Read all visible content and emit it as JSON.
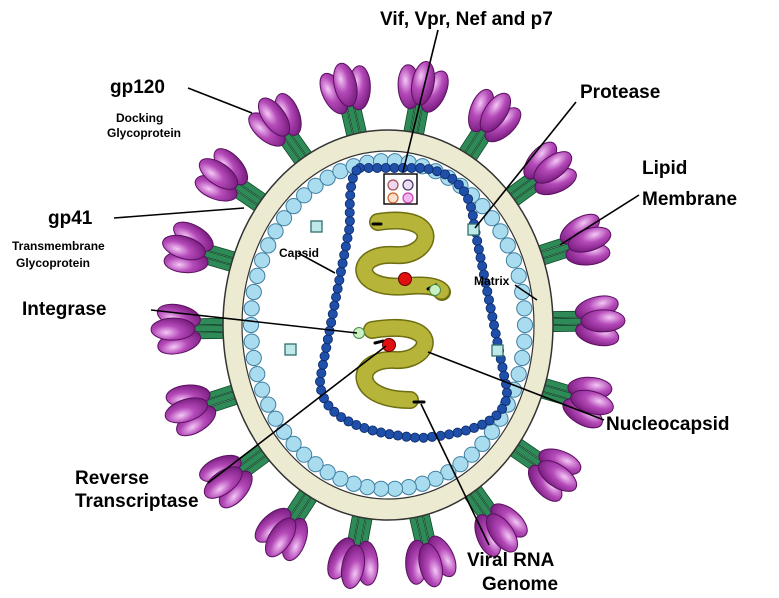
{
  "labels": {
    "vif": "Vif, Vpr, Nef and p7",
    "gp120": "gp120",
    "gp120_sub1": "Docking",
    "gp120_sub2": "Glycoprotein",
    "protease": "Protease",
    "lipid1": "Lipid",
    "lipid2": "Membrane",
    "gp41": "gp41",
    "gp41_sub1": "Transmembrane",
    "gp41_sub2": "Glycoprotein",
    "capsid": "Capsid",
    "matrix": "Matrix",
    "integrase": "Integrase",
    "nucleocapsid": "Nucleocapsid",
    "rt1": "Reverse",
    "rt2": "Transcriptase",
    "rna1": "Viral RNA",
    "rna2": "Genome"
  },
  "colors": {
    "spike_purple": "#9b2ea0",
    "spike_light": "#e6a6ea",
    "stalk_green": "#2e8b57",
    "membrane_fill": "#ecebd2",
    "matrix_bead": "#a9dcef",
    "capsid_bead": "#1f4fa8",
    "rna_olive": "#a8a72a",
    "enzyme_red": "#e01010",
    "enzyme_green": "#c8f0c0",
    "square_teal": "#8fd0d0"
  }
}
